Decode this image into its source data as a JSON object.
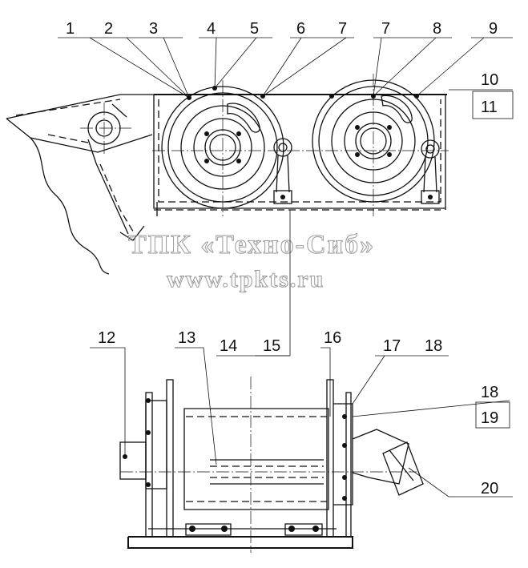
{
  "watermark": {
    "company": "ТПК «Техно-Сиб»",
    "website": "www.tpkts.ru"
  },
  "callouts": [
    {
      "id": "c1",
      "label": "1"
    },
    {
      "id": "c2",
      "label": "2"
    },
    {
      "id": "c3",
      "label": "3"
    },
    {
      "id": "c4",
      "label": "4"
    },
    {
      "id": "c5",
      "label": "5"
    },
    {
      "id": "c6",
      "label": "6"
    },
    {
      "id": "c7a",
      "label": "7"
    },
    {
      "id": "c7b",
      "label": "7"
    },
    {
      "id": "c8",
      "label": "8"
    },
    {
      "id": "c9",
      "label": "9"
    },
    {
      "id": "c10",
      "label": "10"
    },
    {
      "id": "c11",
      "label": "11"
    },
    {
      "id": "c12",
      "label": "12"
    },
    {
      "id": "c13",
      "label": "13"
    },
    {
      "id": "c14",
      "label": "14"
    },
    {
      "id": "c15",
      "label": "15"
    },
    {
      "id": "c16",
      "label": "16"
    },
    {
      "id": "c17",
      "label": "17"
    },
    {
      "id": "c18a",
      "label": "18"
    },
    {
      "id": "c18b",
      "label": "18"
    },
    {
      "id": "c19",
      "label": "19"
    },
    {
      "id": "c20",
      "label": "20"
    }
  ]
}
